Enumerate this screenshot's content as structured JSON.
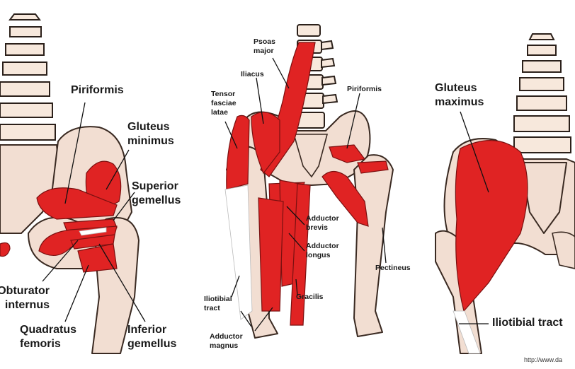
{
  "panel_left": {
    "labels": {
      "piriformis": "Piriformis",
      "gluteus_minimus": "Gluteus minimus",
      "superior_gemellus": "Superior gemellus",
      "obturator_internus": "Obturator internus",
      "quadratus_femoris": "Quadratus femoris",
      "inferior_gemellus": "Inferior gemellus"
    }
  },
  "panel_middle": {
    "labels": {
      "psoas_major": "Psoas major",
      "iliacus": "Iliacus",
      "tensor_fasciae_latae": "Tensor fasciae latae",
      "piriformis": "Piriformis",
      "adductor_brevis": "Adductor brevis",
      "adductor_longus": "Adductor longus",
      "pectineus": "Pectineus",
      "iliotibial_tract": "Iliotibial tract",
      "gracilis": "Gracilis",
      "adductor_magnus": "Adductor magnus"
    }
  },
  "panel_right": {
    "labels": {
      "gluteus_maximus": "Gluteus maximus",
      "iliotibial_tract": "Iliotibial tract"
    }
  },
  "footer": {
    "source_url": "http://www.da"
  },
  "colors": {
    "muscle": "#e02323",
    "bone": "#f2ded2",
    "outline": "#3a2a22"
  }
}
